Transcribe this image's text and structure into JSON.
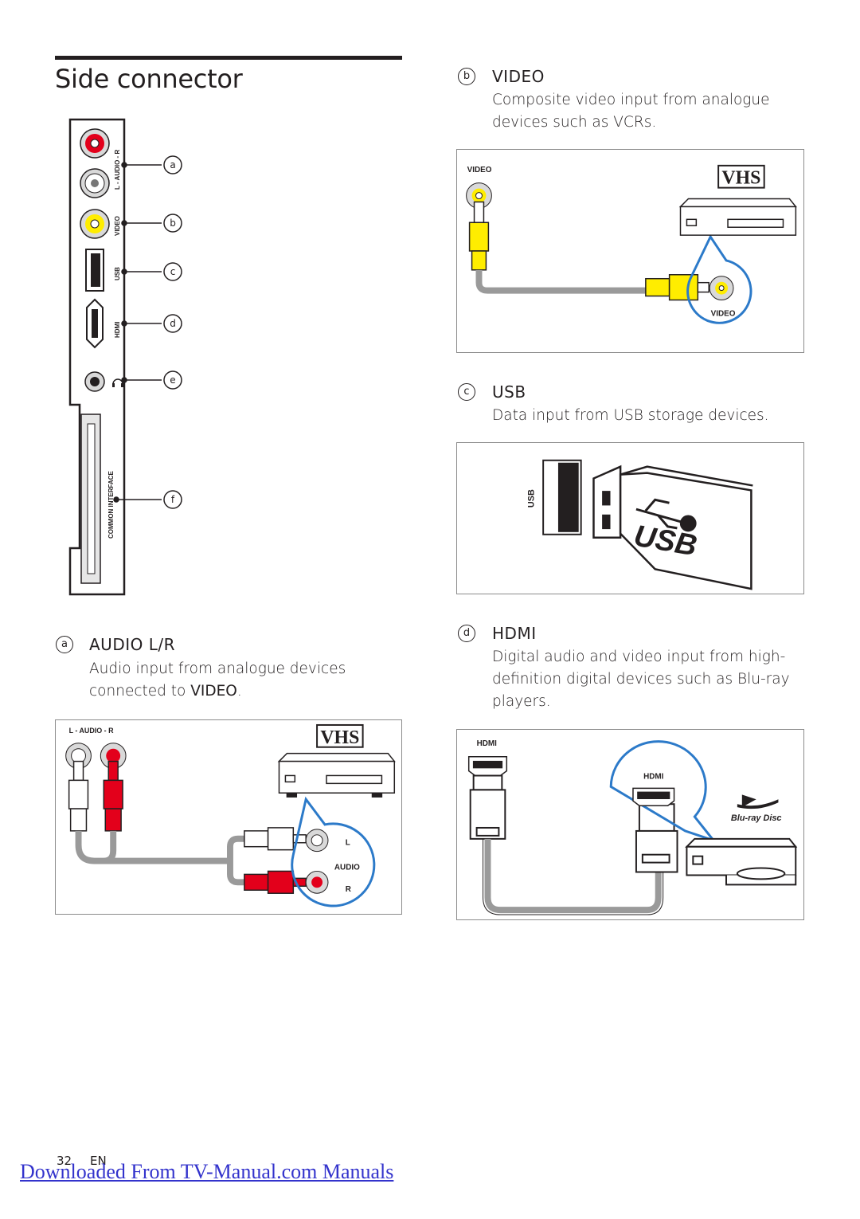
{
  "page": {
    "title": "Side connector",
    "page_number": "32",
    "language": "EN",
    "footer_link": "Downloaded From TV-Manual.com Manuals"
  },
  "panel": {
    "callouts": [
      "a",
      "b",
      "c",
      "d",
      "e",
      "f"
    ],
    "labels": {
      "audio": "L - AUDIO - R",
      "video": "VIDEO",
      "usb": "USB",
      "hdmi": "HDMI",
      "common_interface": "COMMON INTERFACE"
    }
  },
  "sections": [
    {
      "num": "a",
      "heading": "AUDIO L/R",
      "desc_parts": [
        "Audio input from analogue devices connected to ",
        "VIDEO",
        "."
      ],
      "figure": {
        "port_label": "L - AUDIO - R",
        "device_label": "VHS",
        "socket_label_l": "L",
        "socket_label_mid": "AUDIO",
        "socket_label_r": "R"
      }
    },
    {
      "num": "b",
      "heading": "VIDEO",
      "desc_lines": [
        "Composite video input from analogue",
        "devices such as VCRs."
      ],
      "figure": {
        "port_label": "VIDEO",
        "device_label": "VHS",
        "socket_label": "VIDEO"
      }
    },
    {
      "num": "c",
      "heading": "USB",
      "desc": "Data input from USB storage devices.",
      "figure": {
        "port_label": "USB",
        "stick_label": "USB"
      }
    },
    {
      "num": "d",
      "heading": "HDMI",
      "desc_lines": [
        "Digital audio and video input from high-",
        "definition digital devices such as Blu-ray",
        "players."
      ],
      "figure": {
        "port_label": "HDMI",
        "device_port_label": "HDMI",
        "brand_label": "Blu-ray Disc"
      }
    }
  ],
  "colors": {
    "ink": "#231f20",
    "audio_red": "#e3001b",
    "video_yellow": "#ffed00",
    "link_blue": "#3333cc",
    "cable_grey": "#9a9a9a"
  }
}
